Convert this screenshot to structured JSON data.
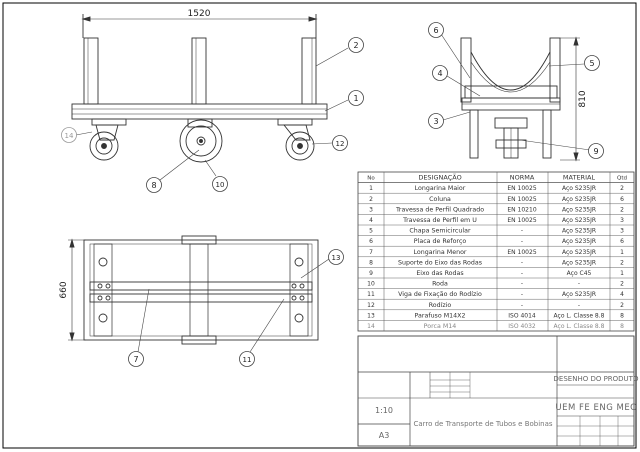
{
  "front_view": {
    "dimension_label": "1520",
    "balloons": {
      "b2": "2",
      "b1": "1",
      "b14": "14",
      "b12": "12",
      "b8": "8",
      "b10": "10"
    }
  },
  "side_view": {
    "dimension_label": "810",
    "balloons": {
      "b6": "6",
      "b5": "5",
      "b4": "4",
      "b3": "3",
      "b9": "9"
    }
  },
  "top_view": {
    "dimension_label": "660",
    "balloons": {
      "b13": "13",
      "b7": "7",
      "b11": "11"
    }
  },
  "parts_table": {
    "headers": [
      "No",
      "DESIGNAÇÃO",
      "NORMA",
      "MATERIAL",
      "Qtd"
    ],
    "rows": [
      [
        "1",
        "Longarina Maior",
        "EN 10025",
        "Aço S235JR",
        "2"
      ],
      [
        "2",
        "Coluna",
        "EN 10025",
        "Aço S235JR",
        "6"
      ],
      [
        "3",
        "Travessa de Perfil Quadrado",
        "EN 10210",
        "Aço S235JR",
        "2"
      ],
      [
        "4",
        "Travessa de Perfil em U",
        "EN 10025",
        "Aço S235JR",
        "3"
      ],
      [
        "5",
        "Chapa Semicircular",
        "-",
        "Aço S235JR",
        "3"
      ],
      [
        "6",
        "Placa de Reforço",
        "-",
        "Aço S235JR",
        "6"
      ],
      [
        "7",
        "Longarina Menor",
        "EN 10025",
        "Aço S235JR",
        "1"
      ],
      [
        "8",
        "Suporte do Eixo das Rodas",
        "-",
        "Aço S235JR",
        "2"
      ],
      [
        "9",
        "Eixo das Rodas",
        "-",
        "Aço C45",
        "1"
      ],
      [
        "10",
        "Roda",
        "-",
        "-",
        "2"
      ],
      [
        "11",
        "Viga de Fixação do Rodízio",
        "-",
        "Aço S235JR",
        "4"
      ],
      [
        "12",
        "Rodízio",
        "-",
        "-",
        "2"
      ],
      [
        "13",
        "Parafuso M14X2",
        "ISO 4014",
        "Aço L. Classe 8.8",
        "8"
      ],
      [
        "14",
        "Porca M14",
        "ISO 4032",
        "Aço L. Classe 8.8",
        "8"
      ]
    ]
  },
  "title_block": {
    "scale": "1:10",
    "sheet_size": "A3",
    "title": "Carro de Transporte de Tubos e Bobinas",
    "drawing_type": "DESENHO DO PRODUTO",
    "institution": "UEM FE ENG MEC"
  }
}
